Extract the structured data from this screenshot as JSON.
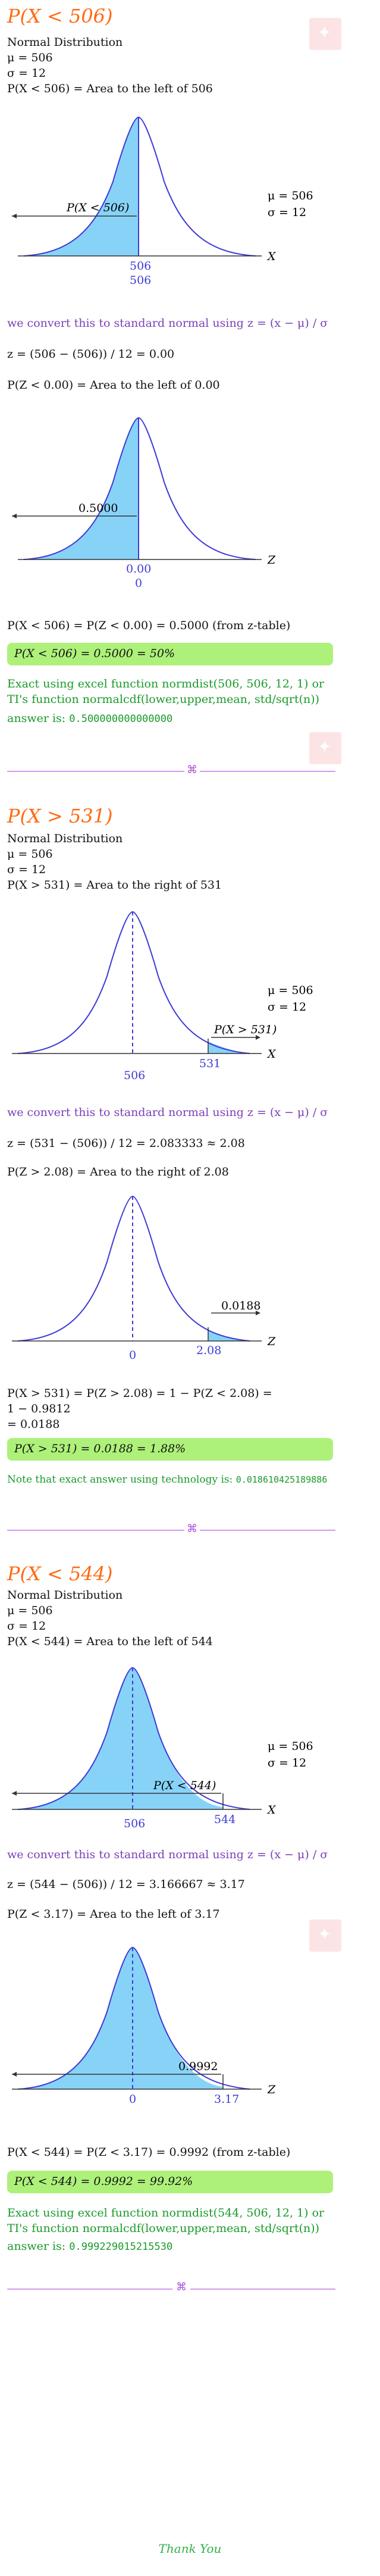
{
  "s1": {
    "title": "P(X < 506)",
    "dist": "Normal Distribution",
    "mu": "μ = 506",
    "sigma": "σ = 12",
    "area": "P(X < 506) = Area to the left of 506",
    "graph_label": "P(X < 506)",
    "graph_mu": "μ = 506",
    "graph_sigma": "σ = 12",
    "tick": "506",
    "tick2": "506",
    "axis": "X",
    "convert": "we convert this to standard normal using z = (x − μ) / σ",
    "zcalc": "z = (506 − (506)) / 12 = 0.00",
    "zarea": "P(Z < 0.00) = Area to the left of 0.00",
    "z_label": "0.5000",
    "z_tick": "0.00",
    "z_tick2": "0",
    "z_axis": "Z",
    "result": "P(X < 506) = P(Z < 0.00) = 0.5000 (from z-table)",
    "answer_box": "P(X < 506) = 0.5000 = 50%",
    "excel1": "Exact using excel function normdist(506, 506, 12, 1) or",
    "excel2": "TI's function normalcdf(lower,upper,mean, std/sqrt(n))",
    "answer_is": "answer is:",
    "answer_val": "0.500000000000000"
  },
  "s2": {
    "title": "P(X > 531)",
    "dist": "Normal Distribution",
    "mu": "μ = 506",
    "sigma": "σ = 12",
    "area": "P(X > 531) = Area to the right of 531",
    "graph_label": "P(X > 531)",
    "graph_mu": "μ = 506",
    "graph_sigma": "σ = 12",
    "tick_mean": "506",
    "tick": "531",
    "axis": "X",
    "convert": "we convert this to standard normal using z = (x − μ) / σ",
    "zcalc": "z = (531 − (506)) / 12 = 2.083333 ≈ 2.08",
    "zarea": "P(Z > 2.08) = Area to the right of 2.08",
    "z_label": "0.0188",
    "z_tick": "2.08",
    "z_tick_mean": "0",
    "z_axis": "Z",
    "result1": "P(X > 531) = P(Z > 2.08) = 1 − P(Z < 2.08) =",
    "result2": "1 − 0.9812",
    "result3": "= 0.0188",
    "answer_box": "P(X > 531) = 0.0188 = 1.88%",
    "note": "Note that exact answer using technology is:",
    "note_val": "0.018610425189886"
  },
  "s3": {
    "title": "P(X < 544)",
    "dist": "Normal Distribution",
    "mu": "μ = 506",
    "sigma": "σ = 12",
    "area": "P(X < 544) = Area to the left of 544",
    "graph_label": "P(X < 544)",
    "graph_mu": "μ = 506",
    "graph_sigma": "σ = 12",
    "tick_mean": "506",
    "tick": "544",
    "axis": "X",
    "convert": "we convert this to standard normal using z = (x − μ) / σ",
    "zcalc": "z = (544 − (506)) / 12 = 3.166667 ≈ 3.17",
    "zarea": "P(Z < 3.17) = Area to the left of 3.17",
    "z_label": "0.9992",
    "z_tick": "3.17",
    "z_tick_mean": "0",
    "z_axis": "Z",
    "result": "P(X < 544) = P(Z < 3.17) = 0.9992 (from z-table)",
    "answer_box": "P(X < 544) = 0.9992 = 99.92%",
    "excel1": "Exact using excel function normdist(544, 506, 12, 1) or",
    "excel2": "TI's function normalcdf(lower,upper,mean, std/sqrt(n))",
    "answer_is": "answer is:",
    "answer_val": "0.999229015215530"
  },
  "divider_icon": "⌘",
  "thank_you": "Thank You",
  "colors": {
    "title": "#ff6a13",
    "fill": "#87d3f8",
    "curve": "#3d3ad6",
    "highlight": "#aef17a",
    "green": "#1a9a2a"
  }
}
